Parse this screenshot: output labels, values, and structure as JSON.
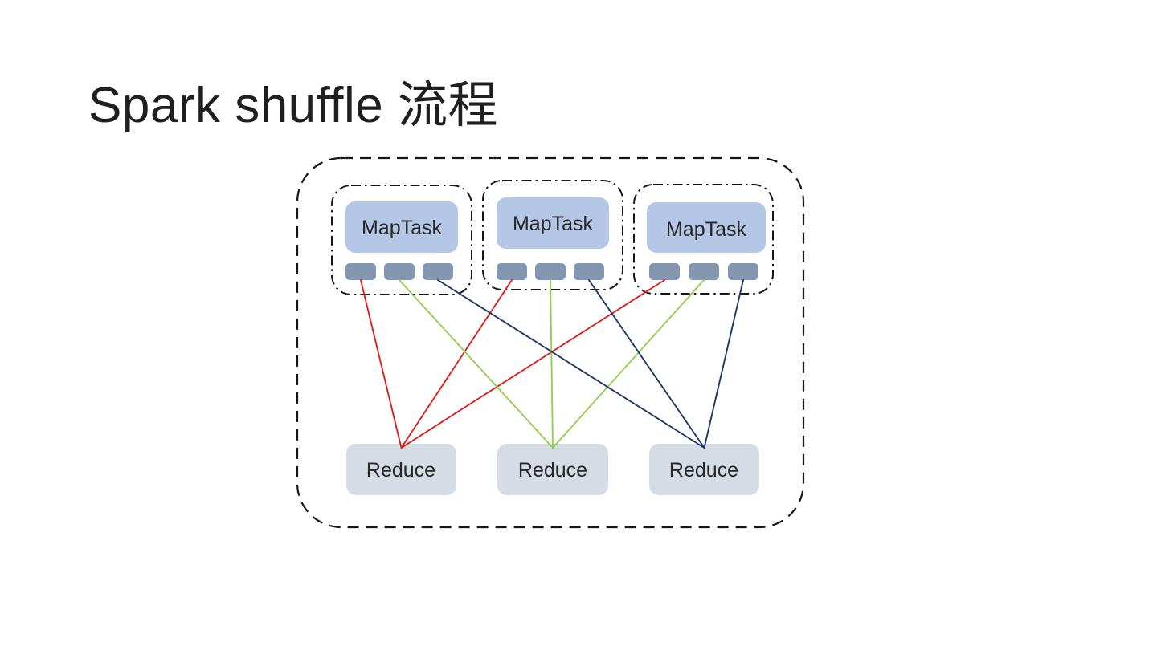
{
  "title": "Spark shuffle 流程",
  "colors": {
    "red_edge": "#e02020",
    "green_edge": "#92d050",
    "navy_edge": "#1f3864",
    "map_task_fill": "#b4c7e7",
    "bucket_fill": "#8497b0",
    "reduce_fill": "#d6dce5",
    "outline": "#161616",
    "label_text": "#262626"
  },
  "diagram": {
    "map_groups": [
      {
        "label": "MapTask",
        "bucket_count": 3
      },
      {
        "label": "MapTask",
        "bucket_count": 3
      },
      {
        "label": "MapTask",
        "bucket_count": 3
      }
    ],
    "reducers": [
      {
        "label": "Reduce"
      },
      {
        "label": "Reduce"
      },
      {
        "label": "Reduce"
      }
    ],
    "edges": [
      {
        "from": "g0b0",
        "to": "r0",
        "color": "red_edge"
      },
      {
        "from": "g1b0",
        "to": "r0",
        "color": "red_edge"
      },
      {
        "from": "g2b0",
        "to": "r0",
        "color": "red_edge"
      },
      {
        "from": "g0b1",
        "to": "r1",
        "color": "green_edge"
      },
      {
        "from": "g1b1",
        "to": "r1",
        "color": "green_edge"
      },
      {
        "from": "g2b1",
        "to": "r1",
        "color": "green_edge"
      },
      {
        "from": "g0b2",
        "to": "r2",
        "color": "navy_edge"
      },
      {
        "from": "g1b2",
        "to": "r2",
        "color": "navy_edge"
      },
      {
        "from": "g2b2",
        "to": "r2",
        "color": "navy_edge"
      }
    ]
  }
}
